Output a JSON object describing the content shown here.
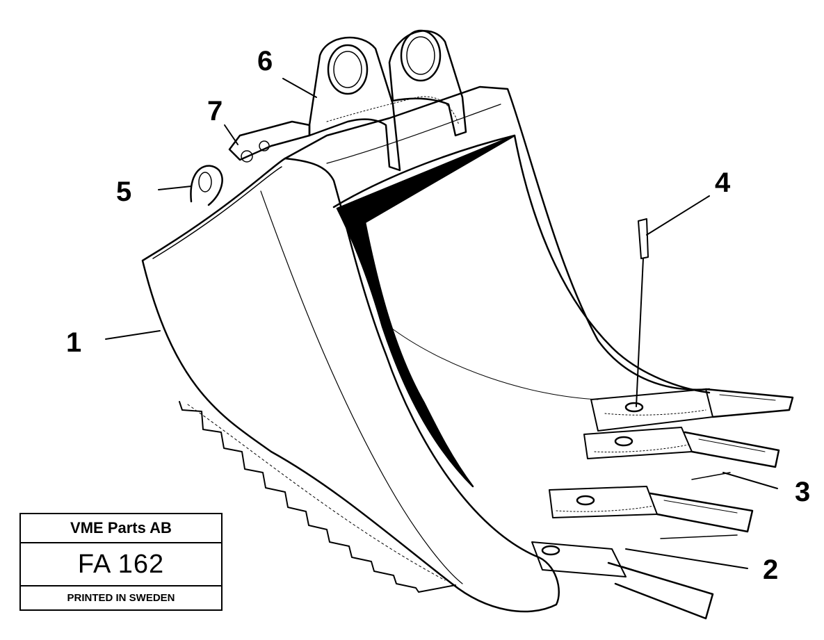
{
  "callouts": {
    "c1": "1",
    "c2": "2",
    "c3": "3",
    "c4": "4",
    "c5": "5",
    "c6": "6",
    "c7": "7"
  },
  "title_block": {
    "company": "VME Parts AB",
    "drawing_code": "FA 162",
    "printed": "PRINTED IN SWEDEN"
  },
  "colors": {
    "ink": "#000000",
    "paper": "#ffffff"
  }
}
